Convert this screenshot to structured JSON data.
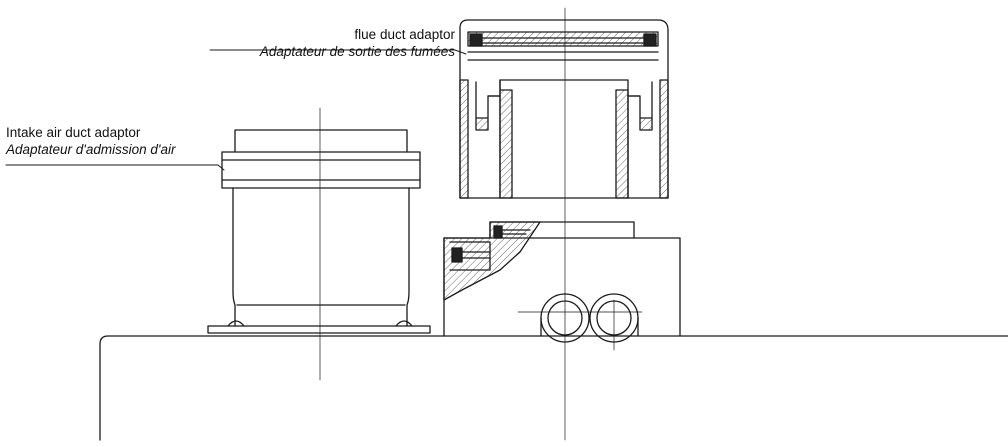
{
  "labels": {
    "flue_duct": {
      "en": "flue duct adaptor",
      "fr": "Adaptateur de sortie des fumées"
    },
    "intake_air_duct": {
      "en": "Intake air duct adaptor",
      "fr": "Adaptateur d'admission d'air"
    }
  },
  "colors": {
    "line": "#1a1a1a",
    "hatch": "#444444",
    "background": "#ffffff"
  }
}
